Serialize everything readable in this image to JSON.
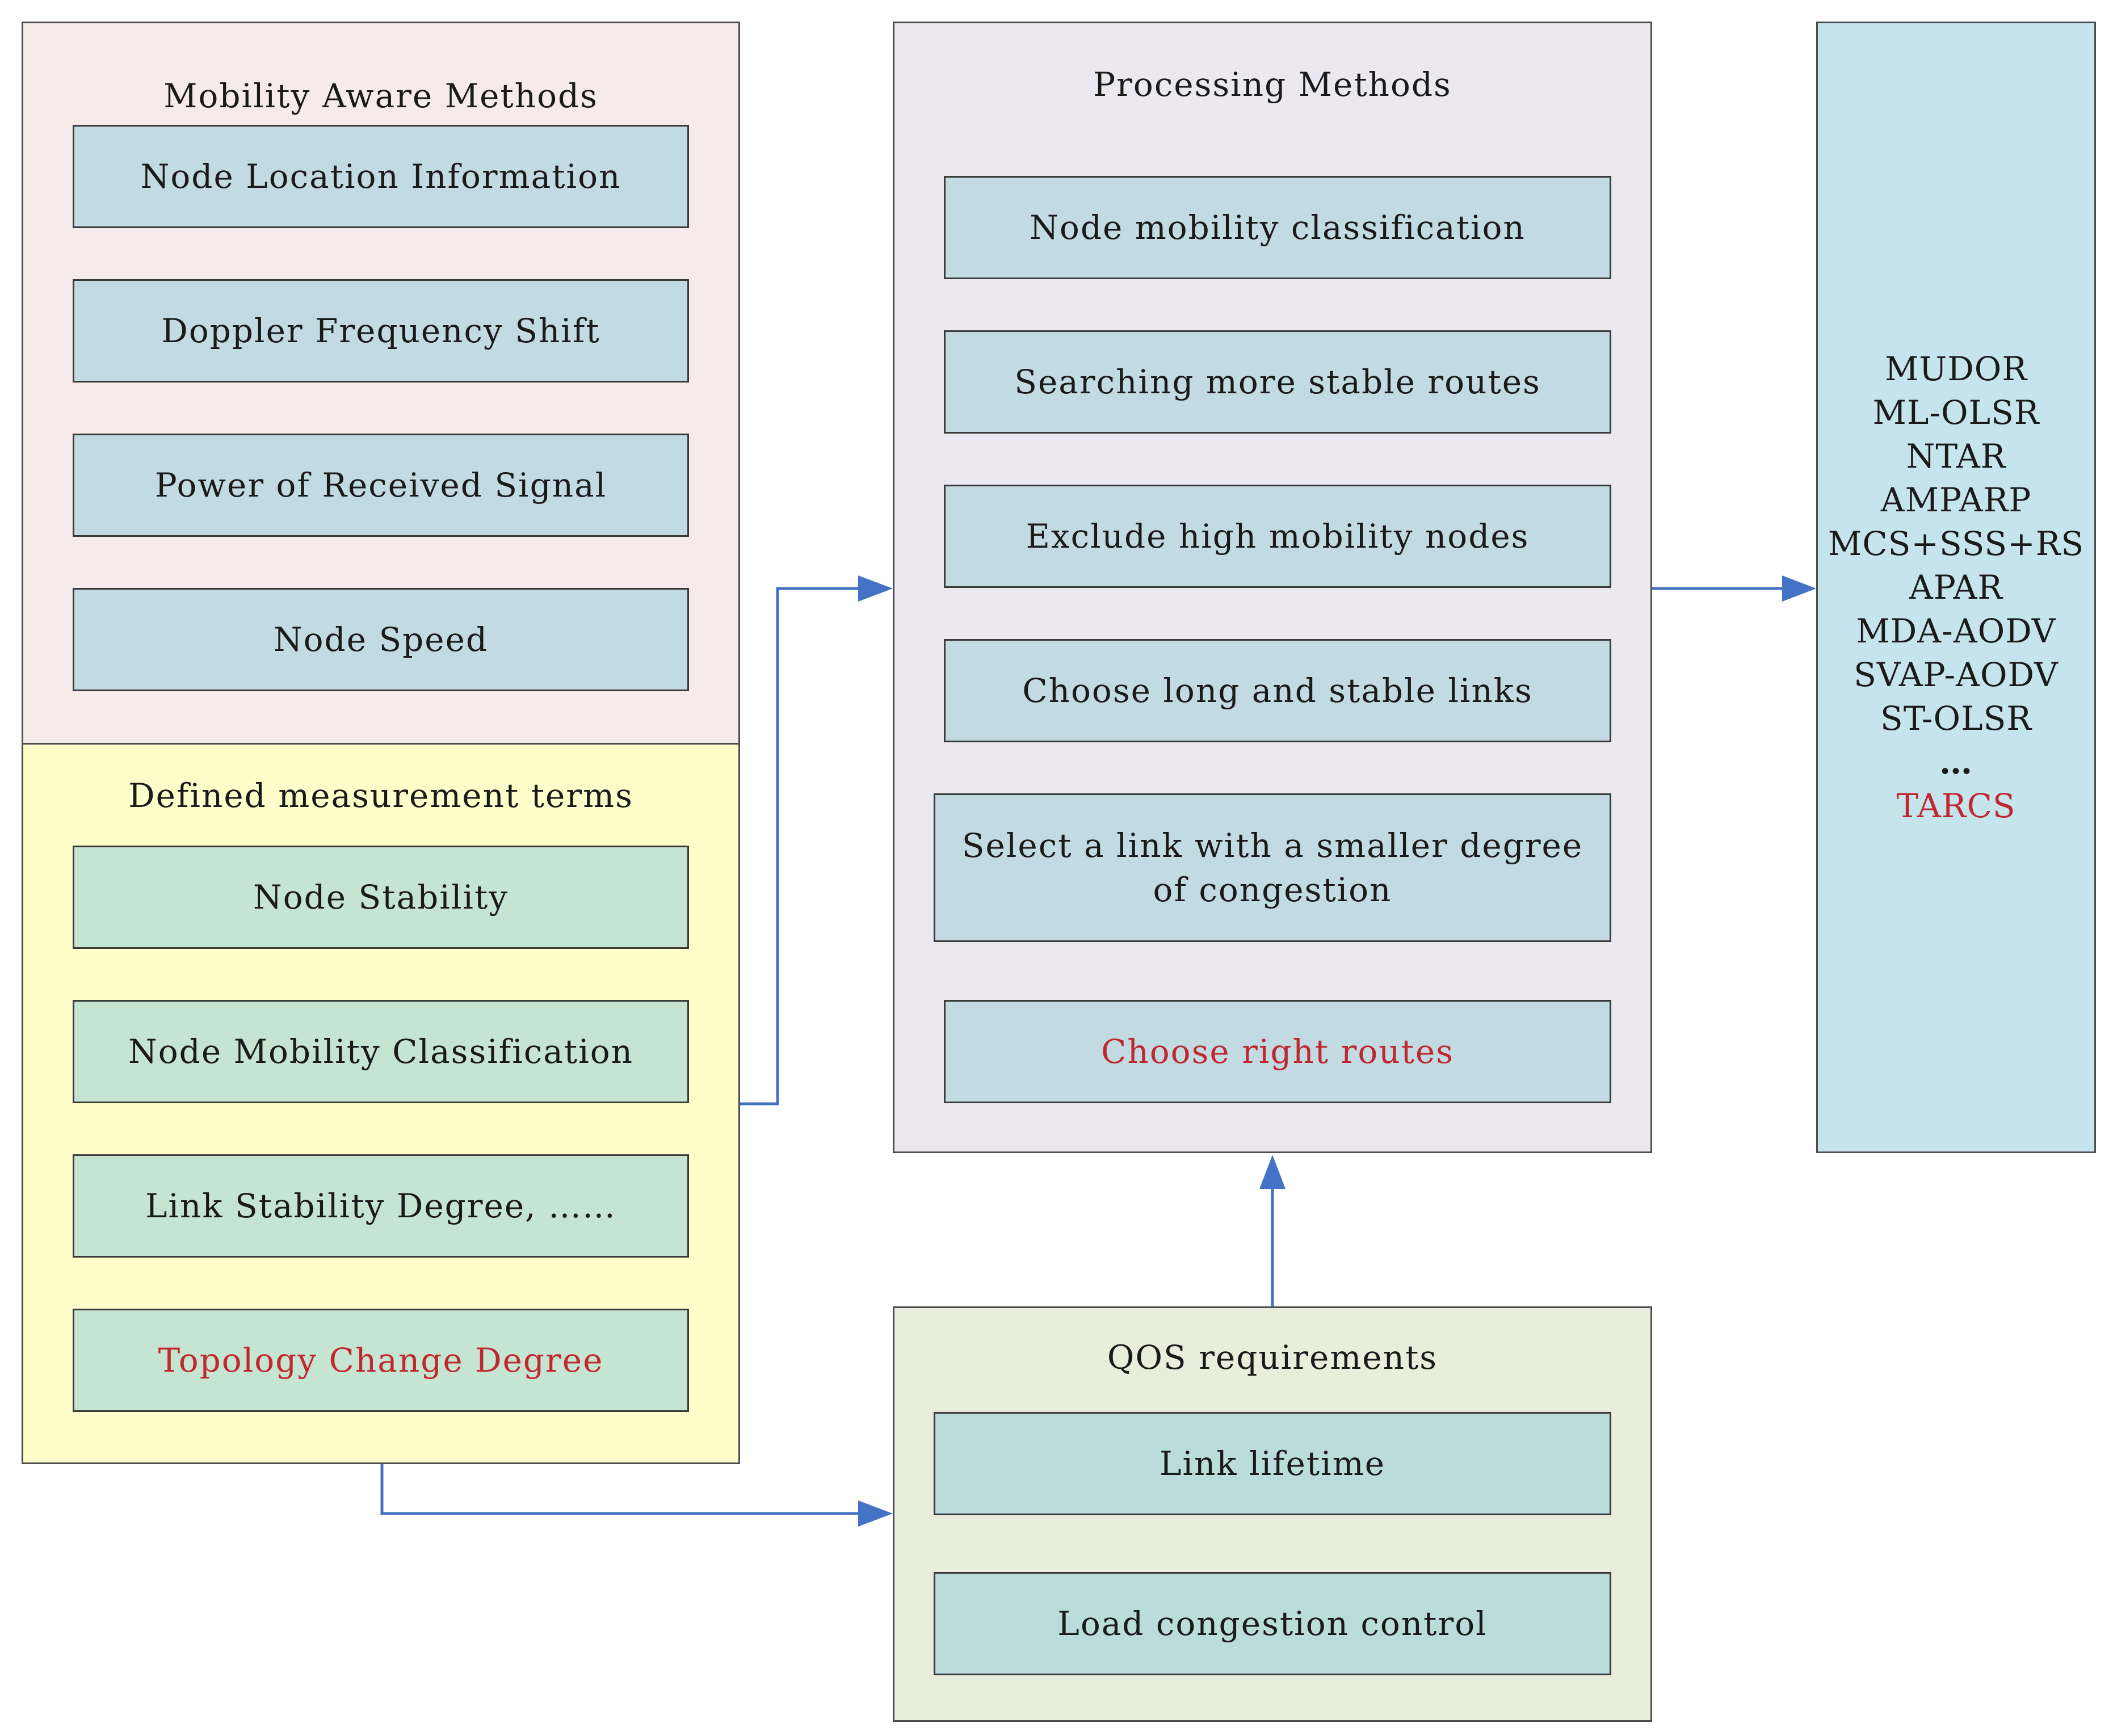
{
  "mobility_panel": {
    "title": "Mobility Aware Methods",
    "items": [
      "Node Location Information",
      "Doppler Frequency Shift",
      "Power of Received Signal",
      "Node Speed"
    ]
  },
  "measurement_panel": {
    "title": "Defined measurement terms",
    "items": [
      "Node Stability",
      "Node Mobility Classification",
      "Link Stability Degree, ……",
      "Topology Change Degree"
    ]
  },
  "processing_panel": {
    "title": "Processing Methods",
    "items": [
      "Node mobility classification",
      "Searching more stable routes",
      "Exclude high mobility nodes",
      "Choose long and stable links",
      "Select a link with a smaller degree of congestion",
      "Choose right routes"
    ]
  },
  "qos_panel": {
    "title": "QOS requirements",
    "items": [
      "Link lifetime",
      "Load congestion control"
    ]
  },
  "protocols": [
    "MUDOR",
    "ML-OLSR",
    "NTAR",
    "AMPARP",
    "MCS+SSS+RS",
    "APAR",
    "MDA-AODV",
    "SVAP-AODV",
    "ST-OLSR",
    "…",
    "TARCS"
  ],
  "colors": {
    "highlight_text": "#c0282f",
    "arrow": "#4472c4",
    "mobility_bg": "#f7eaea",
    "measurement_bg": "#fffdca",
    "processing_bg": "#ebe8f2",
    "qos_bg": "#e8eedb",
    "protocols_bg": "#c6e4eb"
  }
}
